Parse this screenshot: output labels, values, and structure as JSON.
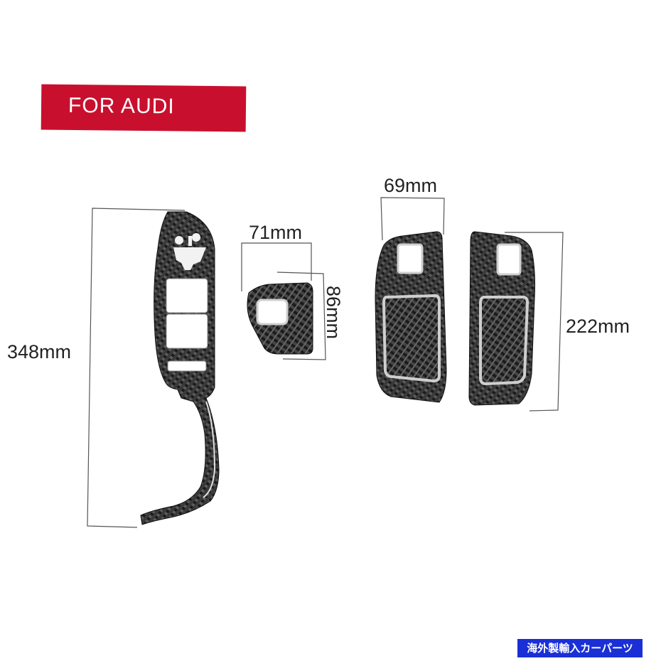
{
  "banner": {
    "text": "FOR AUDI",
    "color": "#c8102e"
  },
  "dimensions": {
    "long_panel_height": "348mm",
    "small_panel_width": "71mm",
    "small_panel_height": "86mm",
    "door_panel_width": "69mm",
    "door_panel_height": "222mm"
  },
  "watermark": {
    "text": "海外製輸入カーパーツ",
    "color": "#1a2fd6"
  },
  "colors": {
    "carbon_dark": "#1b1b1b",
    "carbon_light": "#5a5a5a",
    "outline": "#d8d8d8"
  }
}
